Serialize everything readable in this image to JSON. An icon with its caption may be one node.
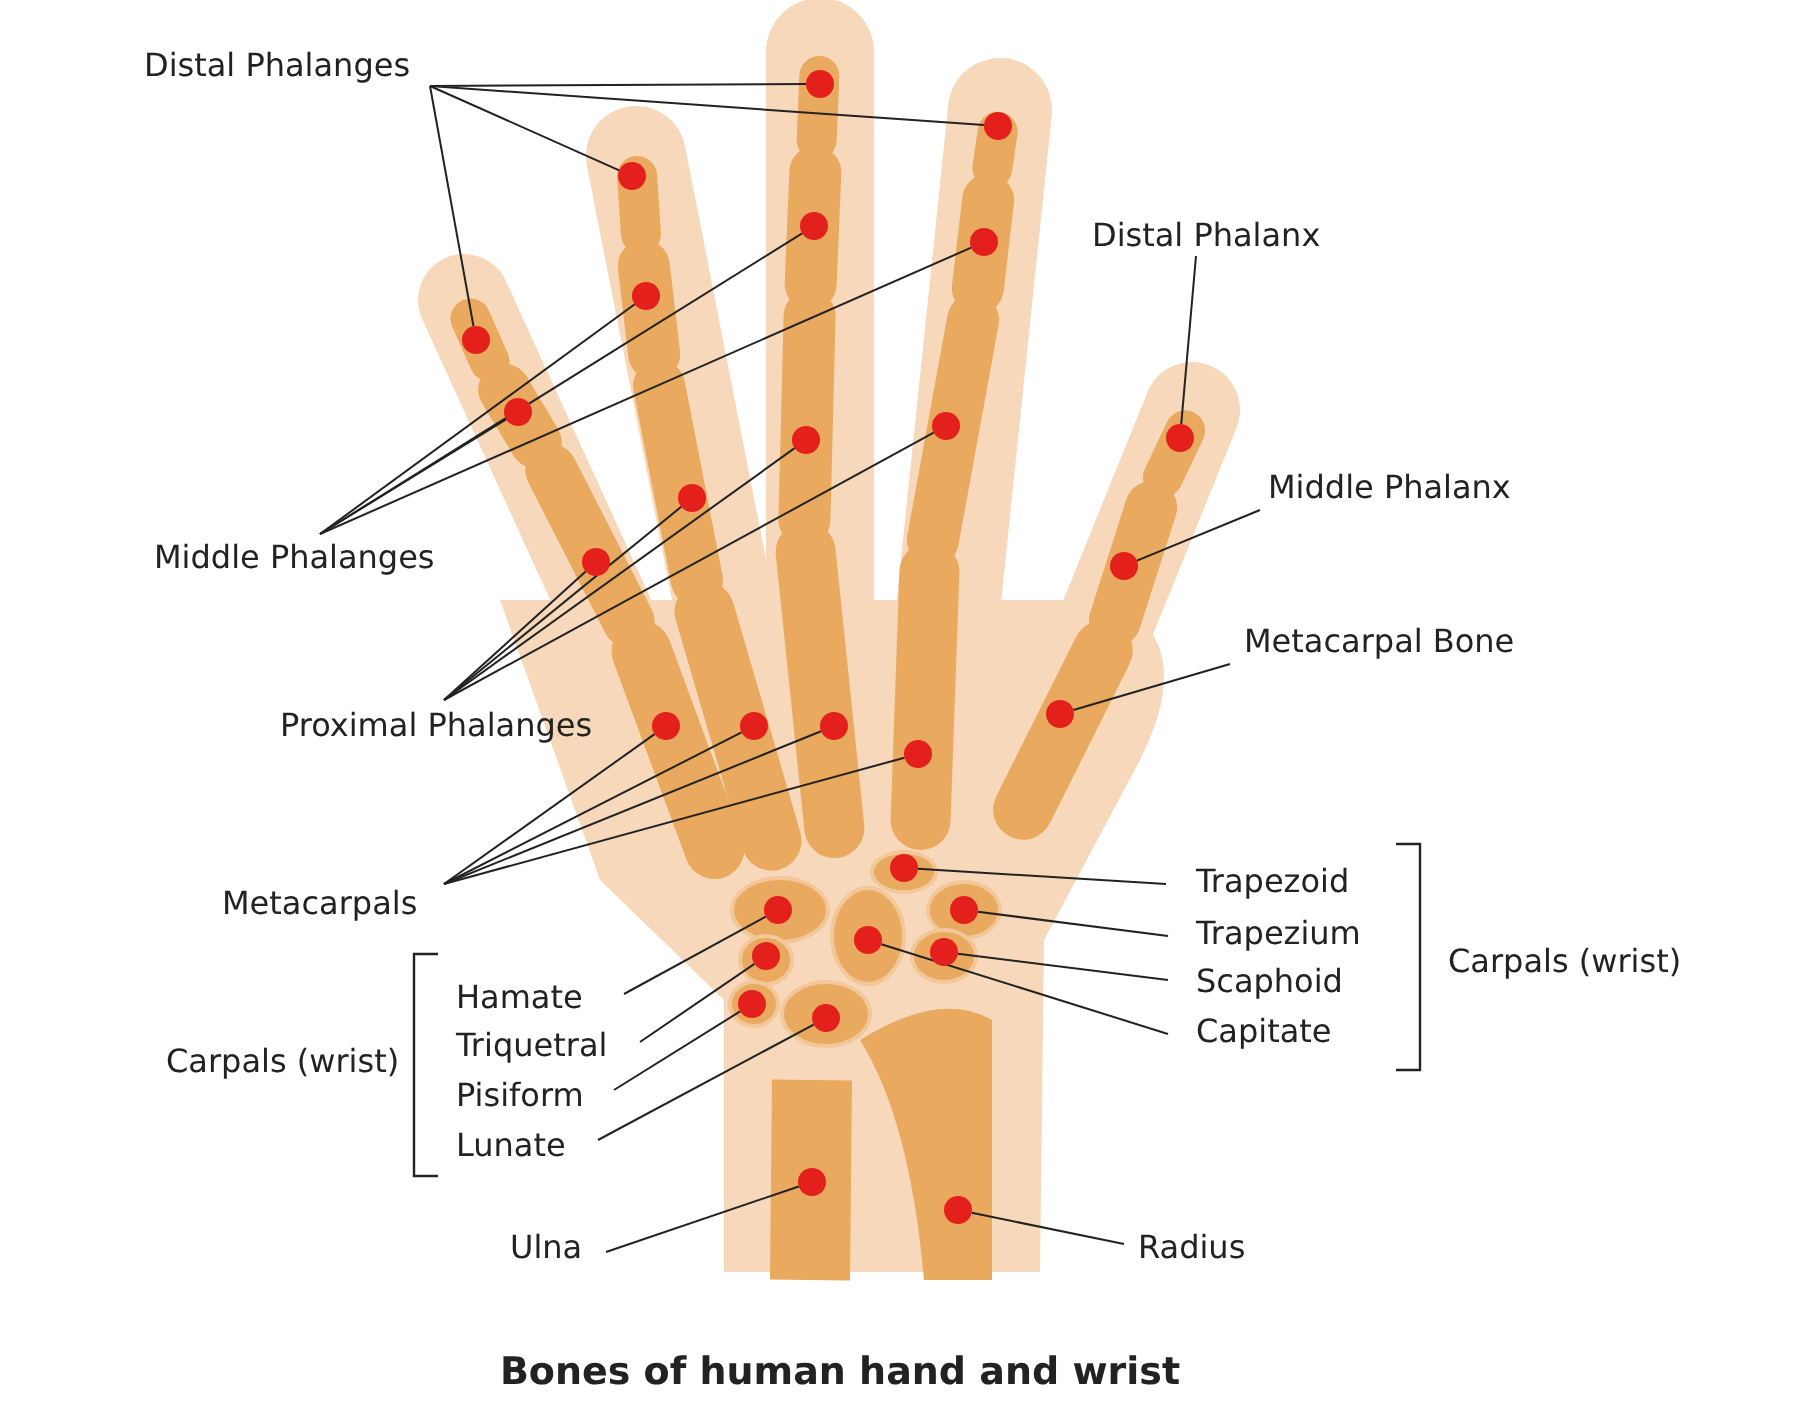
{
  "diagram": {
    "title": "Bones of human hand and wrist",
    "nodes": [
      {
        "text": [
          "Distal Phalanges"
        ]
      },
      {
        "text": [
          "Middle Phalanges"
        ]
      },
      {
        "text": [
          "Proximal Phalanges"
        ]
      },
      {
        "text": [
          "Metacarpals"
        ]
      },
      {
        "text": [
          "Distal Phalanx"
        ]
      },
      {
        "text": [
          "Middle Phalanx"
        ]
      },
      {
        "text": [
          "Metacarpal Bone"
        ]
      },
      {
        "text": [
          "Trapezoid"
        ]
      },
      {
        "text": [
          "Trapezium"
        ]
      },
      {
        "text": [
          "Scaphoid"
        ]
      },
      {
        "text": [
          "Capitate"
        ]
      },
      {
        "text": [
          "Hamate"
        ]
      },
      {
        "text": [
          "Triquetral"
        ]
      },
      {
        "text": [
          "Pisiform"
        ]
      },
      {
        "text": [
          "Lunate"
        ]
      },
      {
        "text": [
          "Ulna"
        ]
      },
      {
        "text": [
          "Radius"
        ]
      },
      {
        "text": [],
        "shape": "circle"
      },
      {
        "text": [],
        "shape": "circle"
      },
      {
        "text": [],
        "shape": "circle"
      },
      {
        "text": [],
        "shape": "circle"
      },
      {
        "text": [],
        "shape": "circle"
      },
      {
        "text": [],
        "shape": "circle"
      },
      {
        "text": [],
        "shape": "circle"
      },
      {
        "text": [],
        "shape": "circle"
      },
      {
        "text": [],
        "shape": "circle"
      },
      {
        "text": [],
        "shape": "circle"
      },
      {
        "text": [],
        "shape": "circle"
      },
      {
        "text": [],
        "shape": "circle"
      },
      {
        "text": [],
        "shape": "circle"
      },
      {
        "text": [],
        "shape": "circle"
      },
      {
        "text": [],
        "shape": "circle"
      },
      {
        "text": [],
        "shape": "circle"
      },
      {
        "text": [],
        "shape": "circle"
      },
      {
        "text": [],
        "shape": "circle"
      },
      {
        "text": [],
        "shape": "circle"
      },
      {
        "text": [],
        "shape": "circle"
      },
      {
        "text": [],
        "shape": "circle"
      },
      {
        "text": [],
        "shape": "circle"
      },
      {
        "text": [],
        "shape": "circle"
      },
      {
        "text": [],
        "shape": "circle"
      },
      {
        "text": [],
        "shape": "circle"
      },
      {
        "text": [],
        "shape": "circle"
      },
      {
        "text": [],
        "shape": "circle"
      },
      {
        "text": [],
        "shape": "circle"
      },
      {
        "text": [],
        "shape": "circle"
      }
    ],
    "edges": [
      {
        "from": 0,
        "to": 17,
        "arrow": "none"
      },
      {
        "from": 0,
        "to": 18,
        "arrow": "none"
      },
      {
        "from": 0,
        "to": 19,
        "arrow": "none"
      },
      {
        "from": 0,
        "to": 23,
        "arrow": "none"
      },
      {
        "from": 1,
        "to": 20,
        "arrow": "none"
      },
      {
        "from": 1,
        "to": 21,
        "arrow": "none"
      },
      {
        "from": 1,
        "to": 22,
        "arrow": "none"
      },
      {
        "from": 1,
        "to": 24,
        "arrow": "none"
      },
      {
        "from": 2,
        "to": 25,
        "arrow": "none"
      },
      {
        "from": 2,
        "to": 27,
        "arrow": "none"
      },
      {
        "from": 2,
        "to": 28,
        "arrow": "none"
      },
      {
        "from": 2,
        "to": 29,
        "arrow": "none"
      },
      {
        "from": 3,
        "to": 32,
        "arrow": "none"
      },
      {
        "from": 3,
        "to": 33,
        "arrow": "none"
      },
      {
        "from": 3,
        "to": 34,
        "arrow": "none"
      },
      {
        "from": 3,
        "to": 35,
        "arrow": "none"
      },
      {
        "from": 4,
        "to": 26,
        "arrow": "none"
      },
      {
        "from": 5,
        "to": 30,
        "arrow": "none"
      },
      {
        "from": 6,
        "to": 31,
        "arrow": "none"
      },
      {
        "from": 7,
        "to": 36,
        "arrow": "none"
      },
      {
        "from": 8,
        "to": 38,
        "arrow": "none"
      },
      {
        "from": 9,
        "to": 40,
        "arrow": "none"
      },
      {
        "from": 10,
        "to": 39,
        "arrow": "none"
      },
      {
        "from": 11,
        "to": 37,
        "arrow": "none"
      },
      {
        "from": 12,
        "to": 41,
        "arrow": "none"
      },
      {
        "from": 13,
        "to": 42,
        "arrow": "none"
      },
      {
        "from": 14,
        "to": 43,
        "arrow": "none"
      },
      {
        "from": 15,
        "to": 44,
        "arrow": "none"
      },
      {
        "from": 16,
        "to": 45,
        "arrow": "none"
      }
    ],
    "labels": [
      "Carpals (wrist)",
      "Carpals (wrist)"
    ]
  }
}
